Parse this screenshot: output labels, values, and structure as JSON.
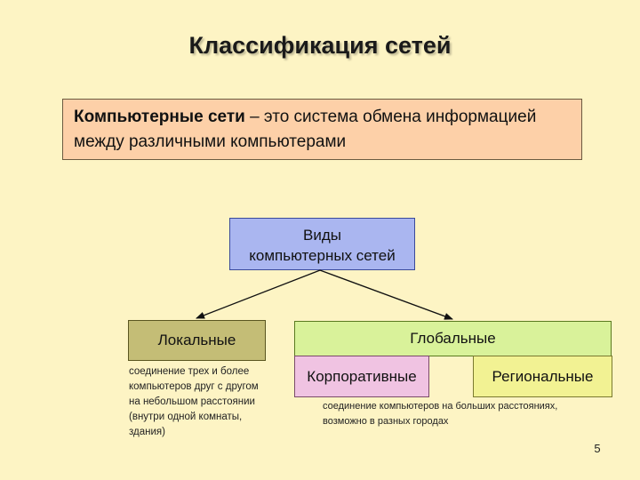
{
  "title": "Классификация сетей",
  "definition": {
    "term": "Компьютерные сети",
    "text": " – это система обмена информацией между различными компьютерами"
  },
  "types_box": {
    "line1": "Виды",
    "line2": "компьютерных сетей"
  },
  "local": {
    "label": "Локальные",
    "description": "соединение трех и более компьютеров друг с другом на небольшом расстоянии (внутри одной комнаты, здания)"
  },
  "global": {
    "label": "Глобальные",
    "corporate_label": "Корпоративные",
    "regional_label": "Региональные",
    "description": "соединение компьютеров на больших расстояниях, возможно в разных городах"
  },
  "slide_number": "5",
  "colors": {
    "background": "#fdf4c4",
    "definition_box": "#fdd0a8",
    "types_box": "#aab6f0",
    "local_box": "#c4bd76",
    "global_box": "#d9f29a",
    "corporate_box": "#f0c3e2",
    "regional_box": "#f2f293"
  }
}
